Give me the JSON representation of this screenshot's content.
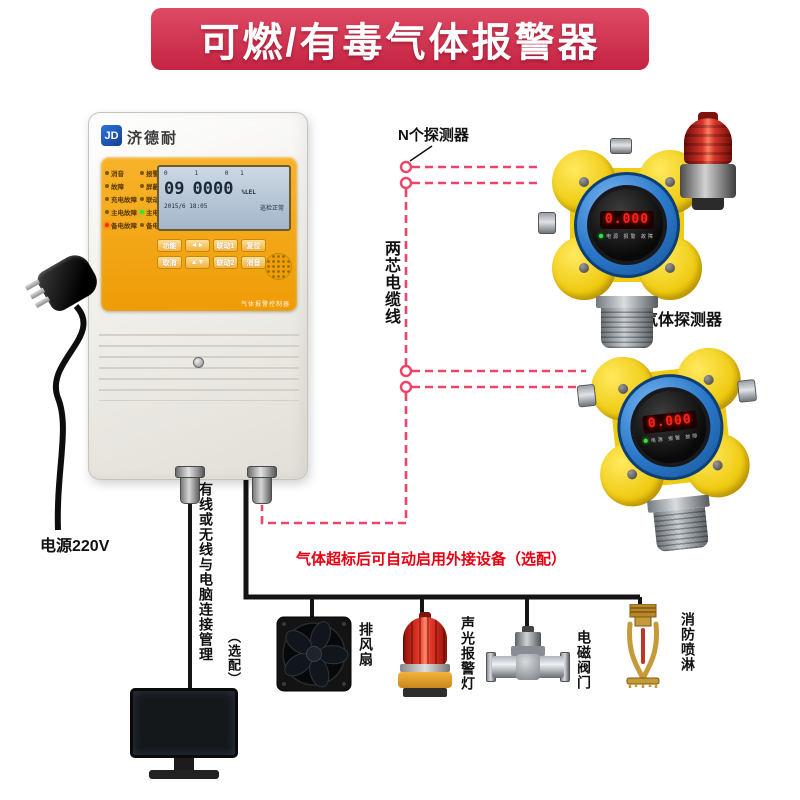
{
  "banner": {
    "title": "可燃/有毒气体报警器"
  },
  "controller": {
    "brand": "济德耐",
    "logo": "JD",
    "indicators": [
      {
        "left": "消音",
        "right": "报警"
      },
      {
        "left": "故障",
        "right": "屏蔽"
      },
      {
        "left": "充电故障",
        "right": "联动"
      },
      {
        "left": "主电故障",
        "right": "主电"
      },
      {
        "left": "备电故障",
        "right": "备电"
      }
    ],
    "lcd": {
      "row1": "0   1   0 1",
      "main_left": "09",
      "main_right": "0000",
      "unit": "%LEL",
      "date": "2015/6 18:05",
      "status": "巡检正常"
    },
    "buttons_row1": [
      "功能",
      "◄►",
      "联动1",
      "复位"
    ],
    "buttons_row2": [
      "取消",
      "▲▼",
      "联动2",
      "消音"
    ],
    "panel_footer": "气体报警控制器"
  },
  "labels": {
    "power": "电源220V",
    "n_detectors": "N个探测器",
    "cable": "两芯电缆线",
    "gas_detector": "气体探测器",
    "auto_note": "气体超标后可自动启用外接设备（选配）",
    "pc_link": "有线或无线与电脑连接管理",
    "optional": "（选配）"
  },
  "detector": {
    "reading": "0.000",
    "leds": "电源 报警 故障"
  },
  "devices": [
    {
      "label": "排风扇"
    },
    {
      "label": "声光报警灯"
    },
    {
      "label": "电磁阀门"
    },
    {
      "label": "消防喷淋"
    }
  ],
  "colors": {
    "banner_red": "#c42443",
    "dashed_line": "#ee4468",
    "panel_orange": "#f3a40e",
    "detector_blue": "#2a77c9",
    "detector_yellow": "#efcb12",
    "led_red": "#ff2018"
  }
}
